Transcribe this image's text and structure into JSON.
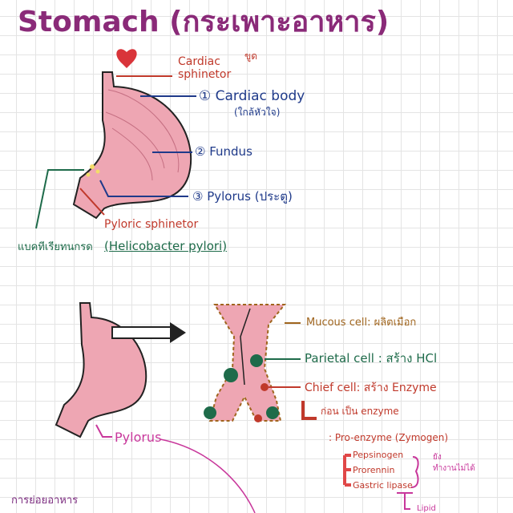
{
  "title": "Stomach (กระเพาะอาหาร)",
  "diagram1": {
    "cardiac_sphincter": "Cardiac",
    "cardiac_sphincter2": "sphinetor",
    "cardiac_note": "ขูด",
    "label1": "① Cardiac body",
    "label1_note": "(ใกล้หัวใจ)",
    "label2": "② Fundus",
    "label3": "③ Pylorus (ประตู)",
    "pyloric_sphincter": "Pyloric sphinetor",
    "bacteria_th": "แบคทีเรียทนกรด",
    "bacteria_en": "(Helicobacter pylori)"
  },
  "diagram2": {
    "pylorus": "Pylorus",
    "mucous": "Mucous cell: ผลิตเมือก",
    "parietal": "Parietal cell : สร้าง HCl",
    "chief": "Chief cell: สร้าง Enzyme",
    "chief_note": "ก่อน เป็น enzyme",
    "proenzyme": ": Pro-enzyme (Zymogen)",
    "enzymes": [
      "Pepsinogen",
      "Prorennin",
      "Gastric lipase"
    ],
    "inactive_note1": "ยัง",
    "inactive_note2": "ทำงานไม่ได้",
    "lipid": "Lipid"
  },
  "footer": "การย่อยอาหาร",
  "colors": {
    "stomach": "#e8a0ad",
    "title": "#7a2a7e"
  }
}
